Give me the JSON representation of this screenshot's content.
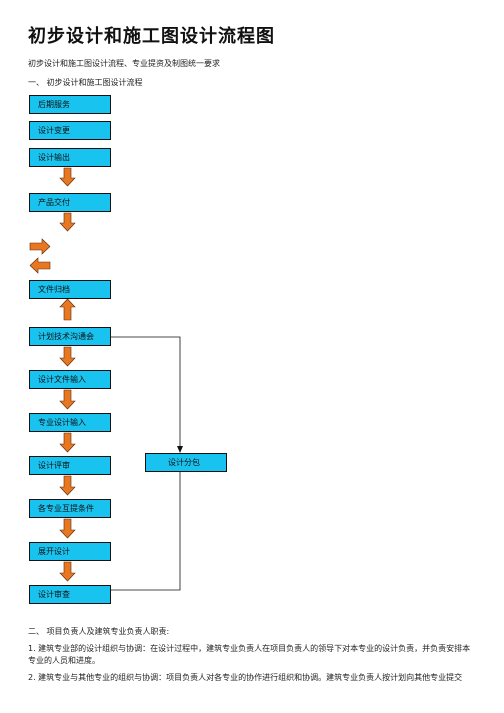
{
  "title": "初步设计和施工图设计流程图",
  "subtitle": "初步设计和施工图设计流程、专业提资及制图统一要求",
  "section1": "一、 初步设计和施工图设计流程",
  "flow": {
    "boxes": [
      "后期服务",
      "设计变更",
      "设计输出",
      "产品交付",
      "文件归档",
      "计划技术沟通会",
      "设计文件输入",
      "专业设计输入",
      "设计评审",
      "各专业互提条件",
      "展开设计",
      "设计审查"
    ],
    "side_box": "设计分包",
    "colors": {
      "box": "#19c3ef",
      "arrow": "#e87722"
    }
  },
  "section2": "二、 项目负责人及建筑专业负责人职责:",
  "para1": "1. 建筑专业部的设计组织与协调：在设计过程中，建筑专业负责人在项目负责人的领导下对本专业的设计负责，并负责安排本专业的人员和进度。",
  "para2": "2. 建筑专业与其他专业的组织与协调：项目负责人对各专业的协作进行组织和协调。建筑专业负责人按计划向其他专业提交"
}
